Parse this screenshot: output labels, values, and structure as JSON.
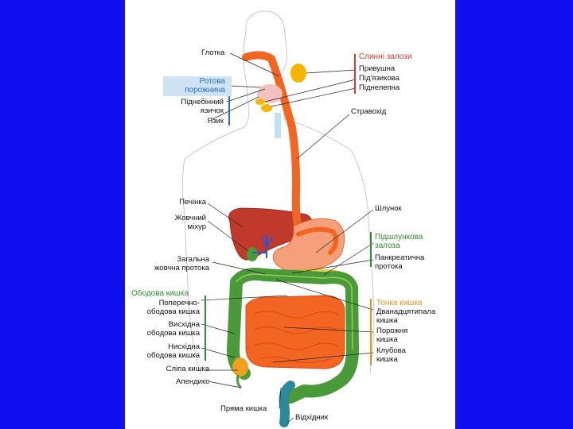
{
  "background_color": "#1010ee",
  "slide_color": "#ffffff",
  "labels": {
    "pharynx": "Глотка",
    "salivary_glands": "Слинні залози",
    "parotid": "Привушна",
    "sublingual": "Під'язикова",
    "submandibular": "Піднелепна",
    "oral_cavity": "Ротова\nпорожнина",
    "uvula": "Піднебінний\nязичок",
    "tongue": "Язик",
    "esophagus": "Стравохід",
    "liver": "Печінка",
    "gallbladder": "Жовчний\nміхур",
    "common_bile_duct": "Загальна\nжовчна протока",
    "stomach": "Шлунок",
    "pancreas": "Підшлункова\nзалоза",
    "pancreatic_duct": "Панкреатична\nпротока",
    "colon": "Ободова кишка",
    "transverse_colon": "Поперечно-\nободова кишка",
    "ascending_colon": "Висхідна\nободова кишка",
    "descending_colon": "Нисхідна\nободова кишка",
    "cecum": "Сліпа кишка",
    "appendix": "Апендикс",
    "small_intestine": "Тонка кишка",
    "duodenum": "Дванадцятипала\nкишка",
    "jejunum": "Порожня\nкишка",
    "ileum": "Клубова\nкишка",
    "rectum": "Пряма кишка",
    "anus": "Відхідник"
  },
  "colors": {
    "salivary_group": "#d63a2a",
    "oral_group": "#2a6fb5",
    "pancreas_group": "#2f8f2f",
    "colon_group": "#2f8f2f",
    "small_intestine_group": "#e8941a",
    "esophagus": "#f26522",
    "liver": "#c0392b",
    "stomach": "#f5a07a",
    "small_intestine": "#f26522",
    "colon": "#4a9a3a",
    "salivary": "#f7b500",
    "pancreas": "#f0dc3a"
  }
}
